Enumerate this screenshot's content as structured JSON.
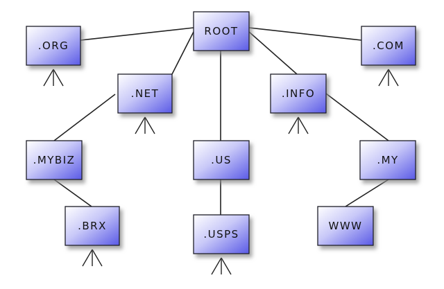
{
  "diagram": {
    "nodes": [
      {
        "id": "root",
        "label": "ROOT"
      },
      {
        "id": "org",
        "label": ".ORG"
      },
      {
        "id": "com",
        "label": ".COM"
      },
      {
        "id": "net",
        "label": ".NET"
      },
      {
        "id": "info",
        "label": ".INFO"
      },
      {
        "id": "mybiz",
        "label": ".MYBIZ"
      },
      {
        "id": "us",
        "label": ".US"
      },
      {
        "id": "my",
        "label": ".MY"
      },
      {
        "id": "brx",
        "label": ".BRX"
      },
      {
        "id": "usps",
        "label": ".USPS"
      },
      {
        "id": "www",
        "label": "WWW"
      }
    ],
    "edges": [
      {
        "from": "root",
        "to": "org"
      },
      {
        "from": "root",
        "to": "com"
      },
      {
        "from": "root",
        "to": "net"
      },
      {
        "from": "root",
        "to": "info"
      },
      {
        "from": "root",
        "to": "us"
      },
      {
        "from": "net",
        "to": "mybiz"
      },
      {
        "from": "info",
        "to": "my"
      },
      {
        "from": "mybiz",
        "to": "brx"
      },
      {
        "from": "us",
        "to": "usps"
      },
      {
        "from": "my",
        "to": "www"
      }
    ],
    "expandable_nodes": [
      "org",
      "com",
      "net",
      "info",
      "brx",
      "usps"
    ],
    "colors": {
      "box_light": "#ffffff",
      "box_dark": "#5a5ae6",
      "box_border": "#1e1e28",
      "line": "#222222",
      "shadow": "#9a9a9a"
    }
  }
}
